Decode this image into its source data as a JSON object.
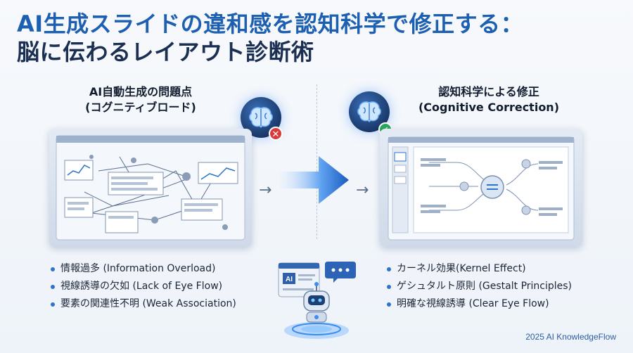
{
  "title": {
    "line1": "AI生成スライドの違和感を認知科学で修正する：",
    "line2": "脳に伝わるレイアウト診断術"
  },
  "left": {
    "heading_line1": "AI自動生成の問題点",
    "heading_line2": "(コグニティブロード)",
    "badge_icon": "brain-icon",
    "status_icon": "x-icon",
    "bullets": [
      "情報過多 (Information Overload)",
      "視線誘導の欠如 (Lack of Eye Flow)",
      "要素の関連性不明 (Weak Association)"
    ]
  },
  "right": {
    "heading_line1": "認知科学による修正",
    "heading_line2": "(Cognitive Correction)",
    "badge_icon": "brain-icon",
    "status_icon": "check-icon",
    "bullets": [
      "カーネル効果(Kernel Effect)",
      "ゲシュタルト原則 (Gestalt Principles)",
      "明確な視線誘導 (Clear Eye Flow)"
    ]
  },
  "robot": {
    "ai_label": "AI"
  },
  "footer": "2025 AI KnowledgeFlow",
  "colors": {
    "title_blue": "#1d5fb0",
    "title_dark": "#1a2f52",
    "bullet_dot": "#2e74c8",
    "error_red": "#d93a3a",
    "ok_green": "#2aa75a"
  }
}
